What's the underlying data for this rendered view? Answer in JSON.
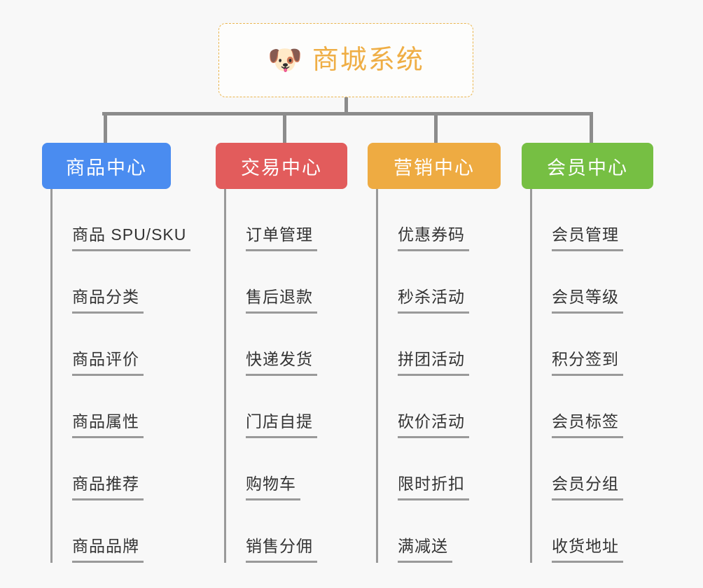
{
  "page": {
    "background": "#f8f8f8",
    "title_text": "商城系统"
  },
  "root": {
    "icon": "shiba-dog-face-icon",
    "icon_glyph": "🐶",
    "label": "商城系统",
    "border_color": "#eab54e",
    "text_color": "#efae45"
  },
  "connector": {
    "color": "#8c8c8c"
  },
  "columns": [
    {
      "id": "product-center",
      "label": "商品中心",
      "color": "#4a8cf0",
      "items": [
        {
          "label": "商品 SPU/SKU"
        },
        {
          "label": "商品分类"
        },
        {
          "label": "商品评价"
        },
        {
          "label": "商品属性"
        },
        {
          "label": "商品推荐"
        },
        {
          "label": "商品品牌"
        }
      ]
    },
    {
      "id": "trade-center",
      "label": "交易中心",
      "color": "#e25c5c",
      "items": [
        {
          "label": "订单管理"
        },
        {
          "label": "售后退款"
        },
        {
          "label": "快递发货"
        },
        {
          "label": "门店自提"
        },
        {
          "label": "购物车"
        },
        {
          "label": "销售分佣"
        }
      ]
    },
    {
      "id": "marketing-center",
      "label": "营销中心",
      "color": "#eeab42",
      "items": [
        {
          "label": "优惠券码"
        },
        {
          "label": "秒杀活动"
        },
        {
          "label": "拼团活动"
        },
        {
          "label": "砍价活动"
        },
        {
          "label": "限时折扣"
        },
        {
          "label": "满减送"
        }
      ]
    },
    {
      "id": "member-center",
      "label": "会员中心",
      "color": "#76bf43",
      "items": [
        {
          "label": "会员管理"
        },
        {
          "label": "会员等级"
        },
        {
          "label": "积分签到"
        },
        {
          "label": "会员标签"
        },
        {
          "label": "会员分组"
        },
        {
          "label": "收货地址"
        }
      ]
    }
  ]
}
